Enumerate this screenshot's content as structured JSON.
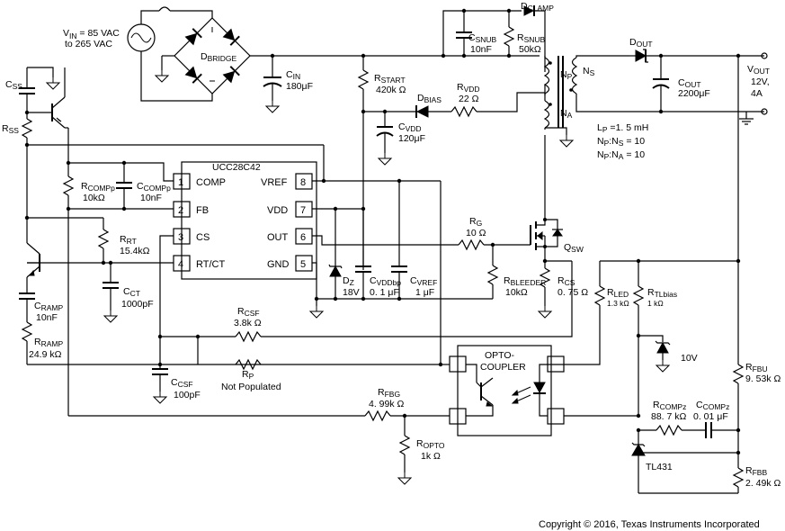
{
  "source": {
    "line1": "V",
    "line1_sub": "IN",
    "line1_rest": " = 85 VAC",
    "line2": "to 265 VAC"
  },
  "ic": {
    "name": "UCC28C42",
    "pins": [
      {
        "num": "1",
        "name": "COMP"
      },
      {
        "num": "2",
        "name": "FB"
      },
      {
        "num": "3",
        "name": "CS"
      },
      {
        "num": "4",
        "name": "RT/CT"
      },
      {
        "num": "8",
        "name": "VREF"
      },
      {
        "num": "7",
        "name": "VDD"
      },
      {
        "num": "6",
        "name": "OUT"
      },
      {
        "num": "5",
        "name": "GND"
      }
    ]
  },
  "opto": {
    "line1": "OPTO-",
    "line2": "COUPLER"
  },
  "components": {
    "dclamp": {
      "main": "D",
      "sub": "CLAMP"
    },
    "csnub": {
      "main": "C",
      "sub": "SNUB",
      "value": "10nF"
    },
    "rsnub": {
      "main": "R",
      "sub": "SNUB",
      "value": "50kΩ"
    },
    "dout": {
      "main": "D",
      "sub": "OUT"
    },
    "cout": {
      "main": "C",
      "sub": "OUT",
      "value": "2200μF"
    },
    "vout": {
      "main": "V",
      "sub": "OUT",
      "line2": "12V,",
      "line3": "4A"
    },
    "dbridge": {
      "main": "D",
      "sub": "BRIDGE"
    },
    "cin": {
      "main": "C",
      "sub": "IN",
      "value": "180μF"
    },
    "rstart": {
      "main": "R",
      "sub": "START",
      "value": "420k Ω"
    },
    "dbias": {
      "main": "D",
      "sub": "BIAS"
    },
    "rvdd": {
      "main": "R",
      "sub": "VDD",
      "value": "22 Ω"
    },
    "cvdd": {
      "main": "C",
      "sub": "VDD",
      "value": "120μF"
    },
    "np": {
      "main": "N",
      "sub": "P"
    },
    "ns": {
      "main": "N",
      "sub": "S"
    },
    "na": {
      "main": "N",
      "sub": "A"
    },
    "lp": {
      "main": "L",
      "sub": "P",
      "rest": " =1. 5 mH"
    },
    "npns": {
      "a": "N",
      "as": "P",
      "b": ":N",
      "bs": "S",
      "rest": " = 10"
    },
    "npna": {
      "a": "N",
      "as": "P",
      "b": ":N",
      "bs": "A",
      "rest": " = 10"
    },
    "css": {
      "main": "C",
      "sub": "SS"
    },
    "rss": {
      "main": "R",
      "sub": "SS"
    },
    "rcompp": {
      "main": "R",
      "sub": "COMPp",
      "value": "10kΩ"
    },
    "ccompp": {
      "main": "C",
      "sub": "COMPp",
      "value": "10nF"
    },
    "rrt": {
      "main": "R",
      "sub": "RT",
      "value": "15.4kΩ"
    },
    "cct": {
      "main": "C",
      "sub": "CT",
      "value": "1000pF"
    },
    "cramp": {
      "main": "C",
      "sub": "RAMP",
      "value": "10nF"
    },
    "rramp": {
      "main": "R",
      "sub": "RAMP",
      "value": "24.9 kΩ"
    },
    "ccsf": {
      "main": "C",
      "sub": "CSF",
      "value": "100pF"
    },
    "rcsf": {
      "main": "R",
      "sub": "CSF",
      "value": "3.8k Ω"
    },
    "rp": {
      "main": "R",
      "sub": "P",
      "value": "Not Populated"
    },
    "rfbg": {
      "main": "R",
      "sub": "FBG",
      "value": "4. 99k Ω"
    },
    "ropto": {
      "main": "R",
      "sub": "OPTO",
      "value": "1k Ω"
    },
    "rg": {
      "main": "R",
      "sub": "G",
      "value": "10 Ω"
    },
    "qsw": {
      "main": "Q",
      "sub": "SW"
    },
    "rbleeder": {
      "main": "R",
      "sub": "BLEEDER",
      "value": "10kΩ"
    },
    "rcs": {
      "main": "R",
      "sub": "CS",
      "value": "0. 75 Ω"
    },
    "dz": {
      "main": "D",
      "sub": "Z",
      "value": "18V"
    },
    "cvddbp": {
      "main": "C",
      "sub": "VDDbp",
      "value": "0. 1 μF"
    },
    "cvref": {
      "main": "C",
      "sub": "VREF",
      "value": "1 μF"
    },
    "rled": {
      "main": "R",
      "sub": "LED",
      "value": "1.3 kΩ"
    },
    "rtlbias": {
      "main": "R",
      "sub": "TLbias",
      "value": "1 kΩ"
    },
    "zener10": {
      "value": "10V"
    },
    "rfbu": {
      "main": "R",
      "sub": "FBU",
      "value": "9. 53k Ω"
    },
    "rcompz": {
      "main": "R",
      "sub": "COMPz",
      "value": "88. 7 kΩ"
    },
    "ccompz": {
      "main": "C",
      "sub": "COMPz",
      "value": "0. 01 μF"
    },
    "tl431": {
      "value": "TL431"
    },
    "rfbb": {
      "main": "R",
      "sub": "FBB",
      "value": "2. 49k Ω"
    }
  },
  "copyright": "Copyright © 2016, Texas Instruments Incorporated"
}
